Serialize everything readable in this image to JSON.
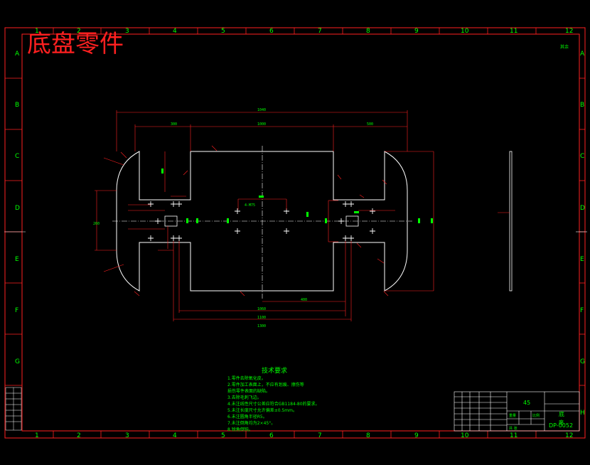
{
  "title_stamp": "底盘零件",
  "zones": {
    "columns": [
      "1",
      "2",
      "3",
      "4",
      "5",
      "6",
      "7",
      "8",
      "9",
      "10",
      "11",
      "12"
    ],
    "rows": [
      "A",
      "B",
      "C",
      "D",
      "E",
      "F",
      "G",
      "H"
    ]
  },
  "corner_mark": "其余",
  "dimensions": {
    "overall_length": "1040",
    "top_left": "300",
    "top_mid": "1000",
    "top_right": "500",
    "left_height": "260",
    "center_dim": "4-M75",
    "bottom_inner": "400",
    "bottom_1": "1060",
    "bottom_2": "1100",
    "bottom_3": "1300"
  },
  "notes": {
    "title": "技术要求",
    "lines": [
      "1.零件去除氧化皮。",
      "2.零件加工表面上，不应有划痕、擦伤等",
      "损伤零件表面的缺陷。",
      "3.去除毛刺飞边。",
      "4.未注线性尺寸公差应符合GB1184-80的要求。",
      "5.未注长度尺寸允许偏差±0.5mm。",
      "6.未注圆角半径R5。",
      "7.未注倒角均为2×45°。",
      "8.锐角倒钝。"
    ]
  },
  "title_block": {
    "material": "45",
    "part_name": "底",
    "part_name_2": "座",
    "drawing_no": "DP-0052",
    "scale_label": "比例",
    "sheet_label": "共 张",
    "weight_label": "重量"
  },
  "colors": {
    "border": "#ff2020",
    "outline": "#ffffff",
    "dimension": "#ff2020",
    "text": "#00ff00",
    "background": "#000000"
  }
}
